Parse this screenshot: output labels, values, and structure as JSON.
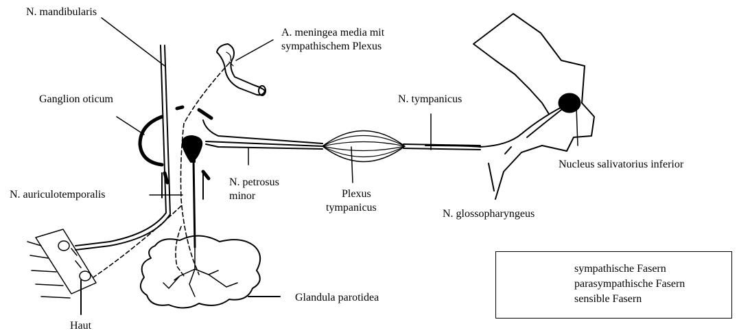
{
  "labels": {
    "mandibularis": "N. mandibularis",
    "meningea_line1": "A. meningea media mit",
    "meningea_line2": "sympathischem Plexus",
    "ganglion_oticum": "Ganglion oticum",
    "tympanicus": "N. tympanicus",
    "nucleus": "Nucleus salivatorius inferior",
    "petrosus_line1": "N. petrosus",
    "petrosus_line2": "minor",
    "plexus_line1": "Plexus",
    "plexus_line2": "tympanicus",
    "auriculotemporalis": "N. auriculotemporalis",
    "glossopharyngeus": "N. glossopharyngeus",
    "glandula": "Glandula parotidea",
    "haut": "Haut"
  },
  "legend": {
    "sympathisch": "sympathische Fasern",
    "parasympathisch": "parasympathische Fasern",
    "sensibel": "sensible Fasern"
  }
}
